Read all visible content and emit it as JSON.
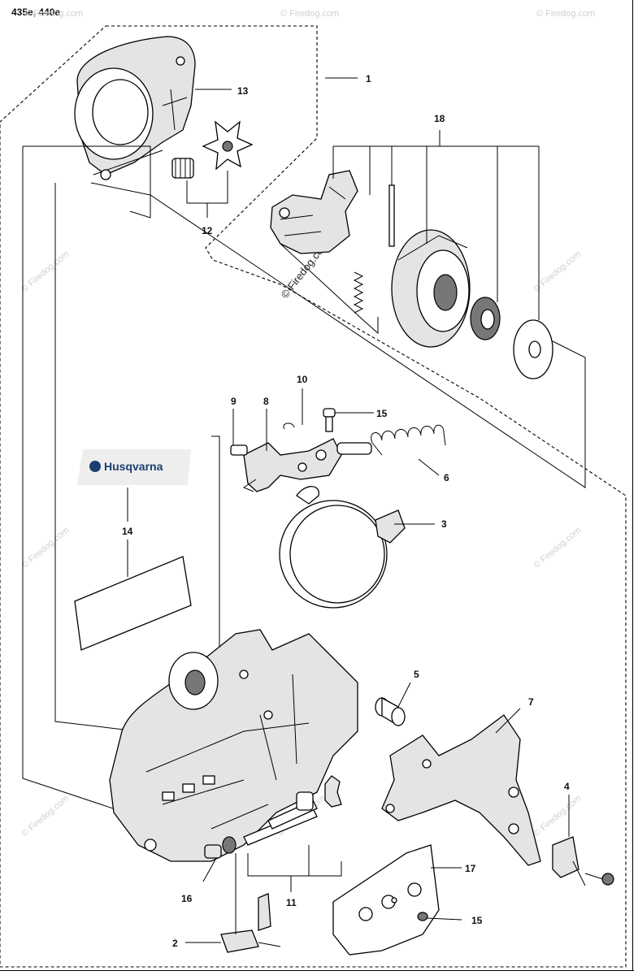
{
  "model_label": "435e, 440e",
  "brand": "Husqvarna",
  "watermark": "© Firedog.com",
  "callouts": {
    "p1": "1",
    "p2": "2",
    "p3": "3",
    "p4": "4",
    "p5": "5",
    "p6": "6",
    "p7": "7",
    "p8": "8",
    "p9": "9",
    "p10": "10",
    "p11": "11",
    "p12": "12",
    "p13": "13",
    "p14": "14",
    "p15a": "15",
    "p15b": "15",
    "p16": "16",
    "p17": "17",
    "p18": "18"
  },
  "colors": {
    "line": "#000000",
    "brand": "#1d3f6e",
    "watermark": "#cfcfcf"
  }
}
